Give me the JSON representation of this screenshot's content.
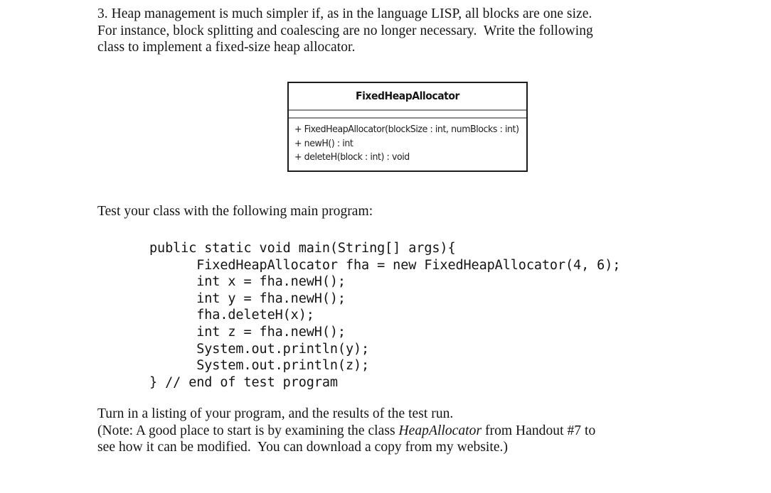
{
  "document": {
    "intro_paragraph": {
      "lines": [
        "3. Heap management is much simpler if, as in the language LISP, all blocks are one size.",
        "For instance, block splitting and coalescing are no longer necessary.  Write the following",
        "class to implement a fixed-size heap allocator."
      ]
    },
    "test_instruction": "Test your class with the following main program:",
    "closing_paragraph": {
      "line1": "Turn in a listing of your program, and the results of the test run.",
      "line2_before": "(Note: A good place to start is by examining the class ",
      "line2_italic": "HeapAllocator",
      "line2_after": " from Handout #7 to",
      "line3": "see how it can be modified.  You can download a copy from my website.)"
    }
  },
  "uml_diagram": {
    "class_name": "FixedHeapAllocator",
    "attributes": [],
    "methods": [
      "+ FixedHeapAllocator(blockSize : int, numBlocks : int)",
      "+ newH() : int",
      "+ deleteH(block : int) : void"
    ]
  },
  "code_listing": {
    "language": "java",
    "lines": [
      "public static void main(String[] args){",
      "      FixedHeapAllocator fha = new FixedHeapAllocator(4, 6);",
      "      int x = fha.newH();",
      "      int y = fha.newH();",
      "      fha.deleteH(x);",
      "      int z = fha.newH();",
      "      System.out.println(y);",
      "      System.out.println(z);",
      "} // end of test program"
    ]
  },
  "colors": {
    "page_background": "#ffffff",
    "text": "#141414",
    "uml_border": "#1c1c1c",
    "uml_separator": "#8c8c8c"
  }
}
